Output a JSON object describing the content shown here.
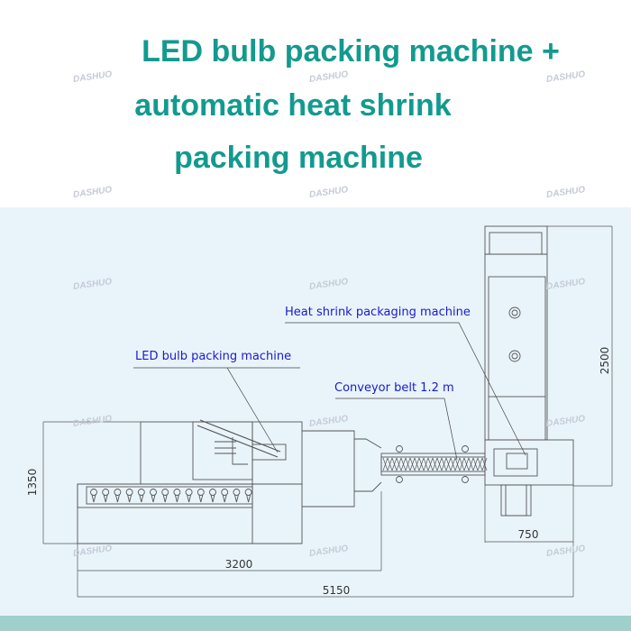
{
  "title": {
    "line1": "LED bulb packing machine +",
    "line2": "automatic heat shrink",
    "line3": "packing machine"
  },
  "watermark": "DASHUO",
  "labels": {
    "led_machine": "LED bulb packing machine",
    "conveyor": "Conveyor belt 1.2 m",
    "heat_shrink": "Heat shrink packaging machine"
  },
  "dimensions": {
    "height_led": "1350",
    "height_heat": "2500",
    "width_led": "3200",
    "width_total": "5150",
    "width_heat": "750"
  },
  "colors": {
    "title": "#139a8e",
    "label": "#1a1ad0",
    "background": "#e9f4fa",
    "band": "#9fd0cc"
  }
}
